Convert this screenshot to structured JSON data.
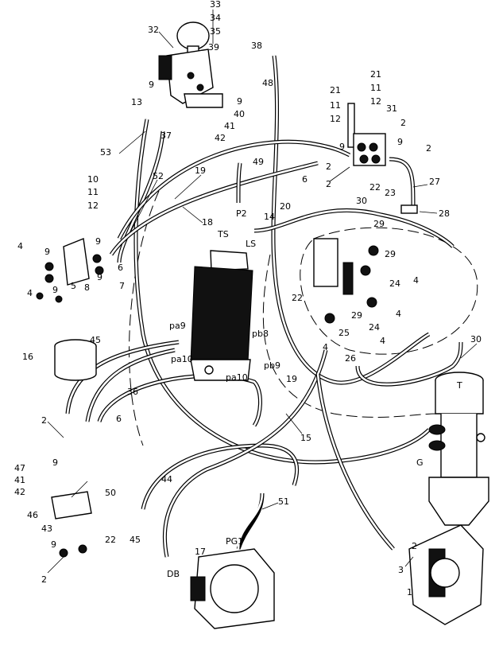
{
  "callouts": [
    "33",
    "34",
    "35",
    "32",
    "39",
    "38",
    "48",
    "9",
    "9",
    "13",
    "37",
    "40",
    "41",
    "42",
    "21",
    "11",
    "12",
    "21",
    "11",
    "12",
    "31",
    "2",
    "2",
    "9",
    "9",
    "2",
    "6",
    "2",
    "30",
    "22",
    "23",
    "27",
    "28",
    "10",
    "11",
    "12",
    "4",
    "9",
    "9",
    "6",
    "7",
    "9",
    "5",
    "8",
    "9",
    "4",
    "53",
    "52",
    "19",
    "18",
    "49",
    "P2",
    "TS",
    "LS",
    "14",
    "20",
    "29",
    "29",
    "24",
    "24",
    "4",
    "4",
    "4",
    "22",
    "25",
    "26",
    "29",
    "4",
    "16",
    "45",
    "36",
    "19",
    "pa9",
    "pa10",
    "pb8",
    "pb9",
    "pa10",
    "30",
    "15",
    "G",
    "2",
    "6",
    "9",
    "47",
    "41",
    "42",
    "50",
    "46",
    "43",
    "9",
    "22",
    "45",
    "44",
    "17",
    "51",
    "PG1",
    "DB",
    "2",
    "3",
    "2",
    "1",
    "T"
  ],
  "colors": {
    "line": "#000000",
    "background": "#ffffff"
  }
}
